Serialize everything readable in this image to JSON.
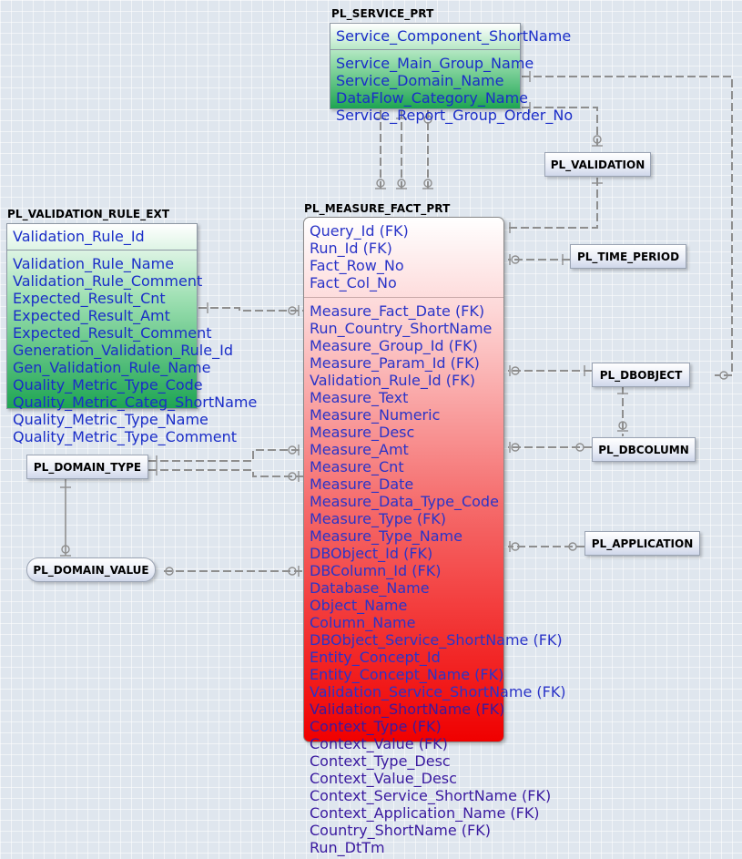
{
  "entities": {
    "service_prt": {
      "title": "PL_SERVICE_PRT",
      "key_fields": [
        "Service_Component_ShortName"
      ],
      "fields": [
        "Service_Main_Group_Name",
        "Service_Domain_Name",
        "DataFlow_Category_Name",
        "Service_Report_Group_Order_No"
      ]
    },
    "validation_rule_ext": {
      "title": "PL_VALIDATION_RULE_EXT",
      "key_fields": [
        "Validation_Rule_Id"
      ],
      "fields": [
        "Validation_Rule_Name",
        "Validation_Rule_Comment",
        "Expected_Result_Cnt",
        "Expected_Result_Amt",
        "Expected_Result_Comment",
        "Generation_Validation_Rule_Id",
        "Gen_Validation_Rule_Name",
        "Quality_Metric_Type_Code",
        "Quality_Metric_Categ_ShortName",
        "Quality_Metric_Type_Name",
        "Quality_Metric_Type_Comment"
      ]
    },
    "measure_fact_prt": {
      "title": "PL_MEASURE_FACT_PRT",
      "key_fields": [
        "Query_Id (FK)",
        "Run_Id (FK)",
        "Fact_Row_No",
        "Fact_Col_No"
      ],
      "fields": [
        "Measure_Fact_Date (FK)",
        "Run_Country_ShortName",
        "Measure_Group_Id (FK)",
        "Measure_Param_Id (FK)",
        "Validation_Rule_Id (FK)",
        "Measure_Text",
        "Measure_Numeric",
        "Measure_Desc",
        "Measure_Amt",
        "Measure_Cnt",
        "Measure_Date",
        "Measure_Data_Type_Code",
        "Measure_Type (FK)",
        "Measure_Type_Name",
        "DBObject_Id (FK)",
        "DBColumn_Id (FK)",
        "Database_Name",
        "Object_Name",
        "Column_Name",
        "DBObject_Service_ShortName (FK)",
        "Entity_Concept_Id",
        "Entity_Concept_Name (FK)",
        "Validation_Service_ShortName (FK)",
        "Validation_ShortName (FK)",
        "Context_Type (FK)",
        "Context_Value (FK)",
        "Context_Type_Desc",
        "Context_Value_Desc",
        "Context_Service_ShortName (FK)",
        "Context_Application_Name (FK)",
        "Country_ShortName (FK)",
        "Run_DtTm"
      ]
    }
  },
  "references": {
    "validation": "PL_VALIDATION",
    "time_period": "PL_TIME_PERIOD",
    "dbobject": "PL_DBOBJECT",
    "dbcolumn": "PL_DBCOLUMN",
    "application": "PL_APPLICATION",
    "domain_type": "PL_DOMAIN_TYPE",
    "domain_value": "PL_DOMAIN_VALUE"
  },
  "colors": {
    "background": "#dfe6ee",
    "link": "#8e8e8e",
    "field_text": "#1a2dc8",
    "green_entity": "#1ea552",
    "red_entity": "#f00000"
  }
}
